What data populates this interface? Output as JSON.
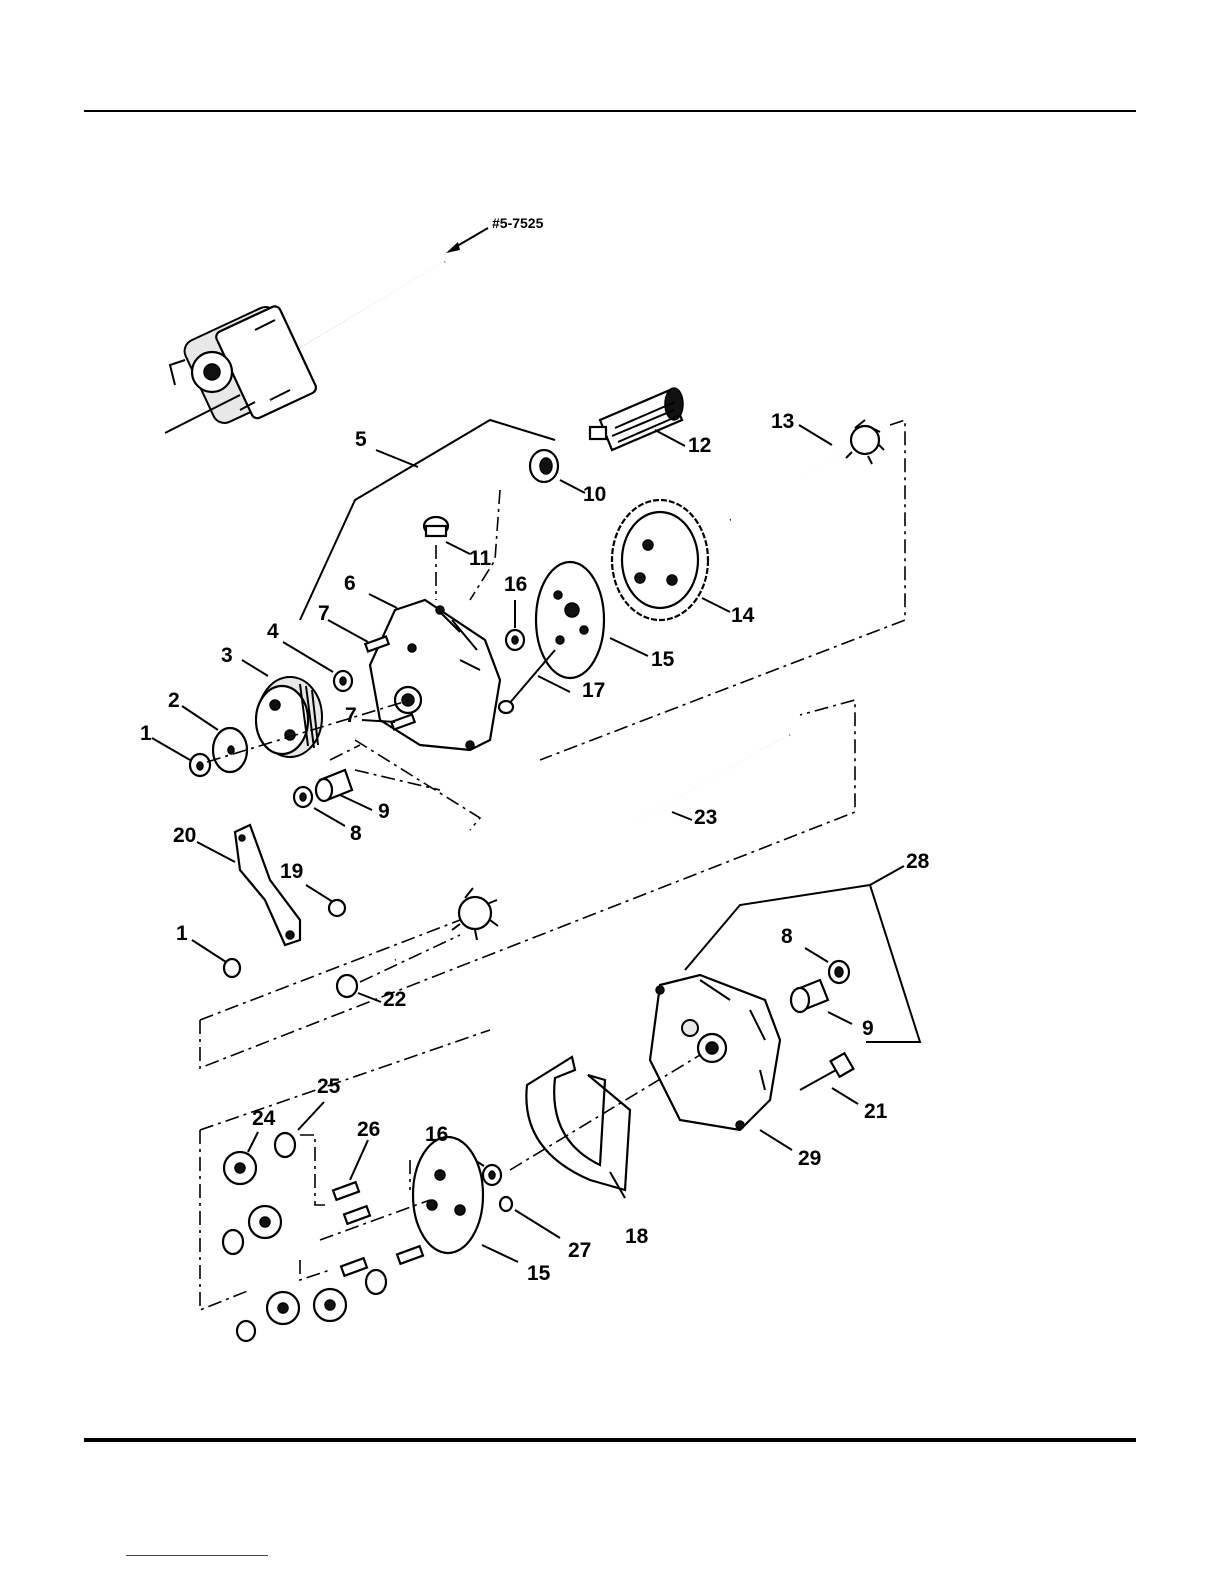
{
  "reference_label": "#5-7525",
  "callouts": {
    "c1a": "1",
    "c1b": "1",
    "c2": "2",
    "c3": "3",
    "c4": "4",
    "c5": "5",
    "c6": "6",
    "c7a": "7",
    "c7b": "7",
    "c8a": "8",
    "c8b": "8",
    "c9a": "9",
    "c9b": "9",
    "c10": "10",
    "c11": "11",
    "c12": "12",
    "c13": "13",
    "c14": "14",
    "c15a": "15",
    "c15b": "15",
    "c16a": "16",
    "c16b": "16",
    "c17": "17",
    "c18": "18",
    "c19": "19",
    "c20": "20",
    "c21": "21",
    "c22": "22",
    "c23": "23",
    "c24": "24",
    "c25": "25",
    "c26": "26",
    "c27": "27",
    "c28": "28",
    "c29": "29"
  }
}
